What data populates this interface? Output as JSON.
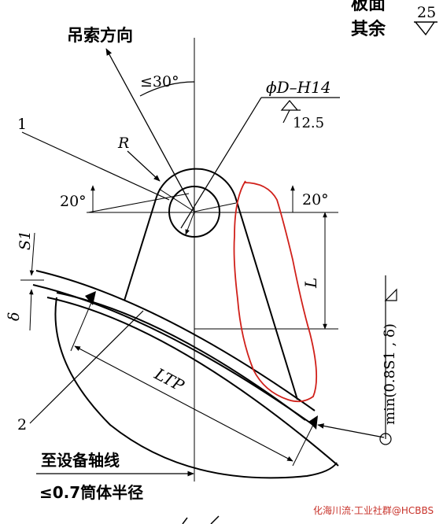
{
  "roughness": {
    "top_label": "板面",
    "top_value": "",
    "rest_label": "其余",
    "rest_value": "25"
  },
  "labels": {
    "lifting_direction": "吊索方向",
    "angle_limit": "≤30°",
    "R": "R",
    "part1": "1",
    "part2": "2",
    "hole_dia": "ϕD–H14",
    "hole_roughness": "12.5",
    "angle_left": "20°",
    "angle_right": "20°",
    "L": "L",
    "S1": "S1",
    "delta": "δ",
    "L_TP": "LTP",
    "weld": "min(0.8S1 , δ)",
    "axis_text1": "至设备轴线",
    "axis_text2": "≤0.7筒体半径"
  },
  "watermark": "化海川流·工业社群@HCBBS",
  "colors": {
    "ink": "#000000",
    "annotation": "#d0201a",
    "watermark": "#c8322a"
  }
}
